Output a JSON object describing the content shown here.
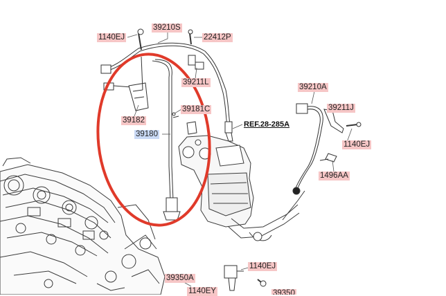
{
  "labels": {
    "p1140ej_top": "1140EJ",
    "p39210s": "39210S",
    "p22412p": "22412P",
    "p39211l": "39211L",
    "p39182": "39182",
    "p39181c": "39181C",
    "p39180": "39180",
    "p39210a": "39210A",
    "p39211j": "39211J",
    "p1140ej_right": "1140EJ",
    "p1496aa": "1496AA",
    "p1140ej_bottom": "1140EJ",
    "p39350a": "39350A",
    "p1140ey": "1140EY",
    "p_partial": "39350"
  },
  "ref_label": "REF.28-285A",
  "colors": {
    "label_fill": "#f6c6c6",
    "highlight_fill": "#c9d9f5",
    "circle": "#e03a2a",
    "line": "#333333"
  }
}
